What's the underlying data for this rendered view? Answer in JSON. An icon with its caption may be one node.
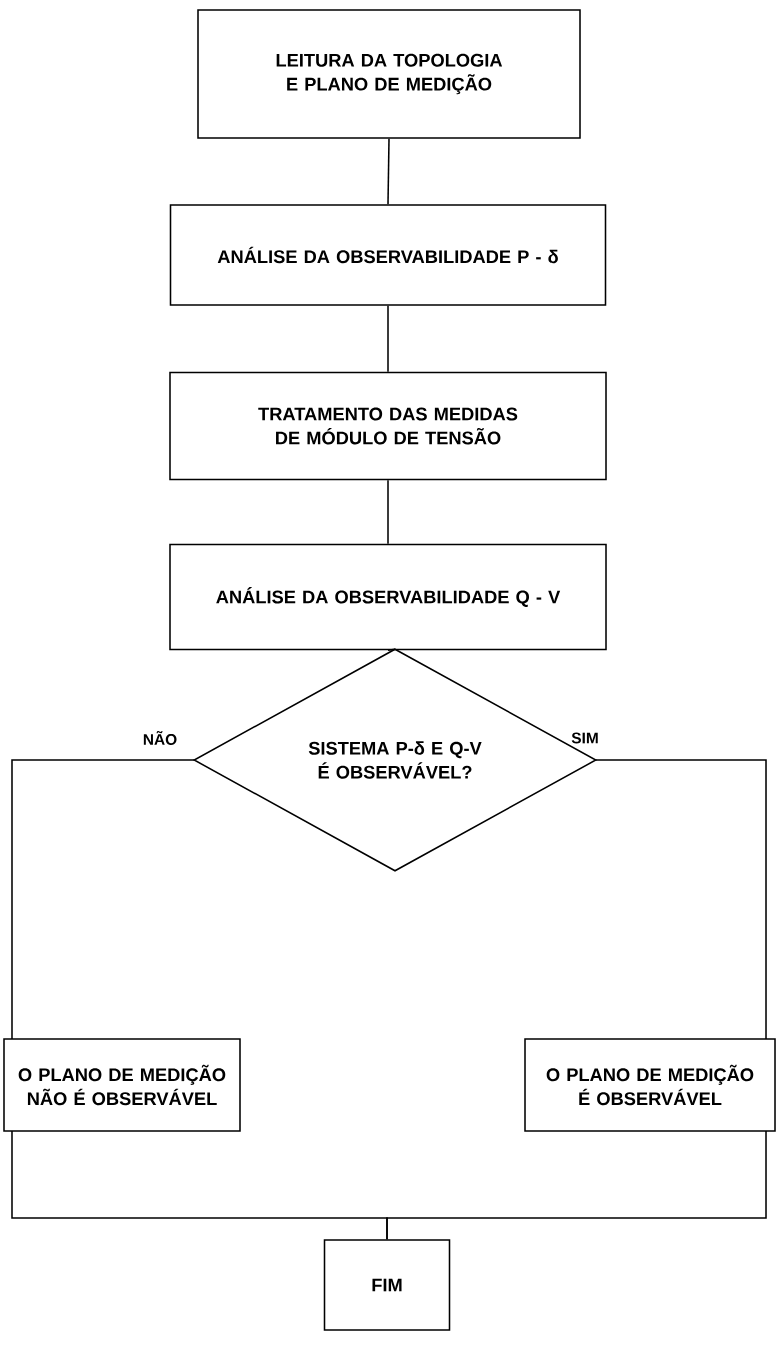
{
  "diagram": {
    "nodes": [
      {
        "text": [
          "LEITURA DA TOPOLOGIA E PLANO DE MEDIÇÃO"
        ]
      },
      {
        "text": [
          "ANÁLISE DA OBSERVABILIDADE P - δ"
        ]
      },
      {
        "text": [
          "TRATAMENTO DAS MEDIDAS DE MÓDULO DE TENSÃO"
        ]
      },
      {
        "text": [
          "ANÁLISE DA OBSERVABILIDADE Q - V"
        ]
      },
      {
        "text": [
          "SISTEMA P-δ E Q-V É OBSERVÁVEL?"
        ]
      },
      {
        "text": [
          "O PLANO DE MEDIÇÃO NÃO É OBSERVÁVEL"
        ]
      },
      {
        "text": [
          "O PLANO DE MEDIÇÃO É OBSERVÁVEL"
        ]
      },
      {
        "text": [
          "FIM"
        ]
      }
    ],
    "edges": [
      {
        "from": 0,
        "to": 1,
        "arrow": "none"
      },
      {
        "from": 1,
        "to": 2,
        "arrow": "none"
      },
      {
        "from": 2,
        "to": 3,
        "arrow": "none"
      },
      {
        "from": 3,
        "to": 4,
        "arrow": "none"
      },
      {
        "from": 4,
        "to": 5,
        "arrow": "none",
        "label": "NÃO"
      },
      {
        "from": 4,
        "to": 6,
        "arrow": "none",
        "label": "SIM"
      },
      {
        "from": 5,
        "to": 7,
        "arrow": "none"
      },
      {
        "from": 6,
        "to": 7,
        "arrow": "none"
      }
    ]
  }
}
